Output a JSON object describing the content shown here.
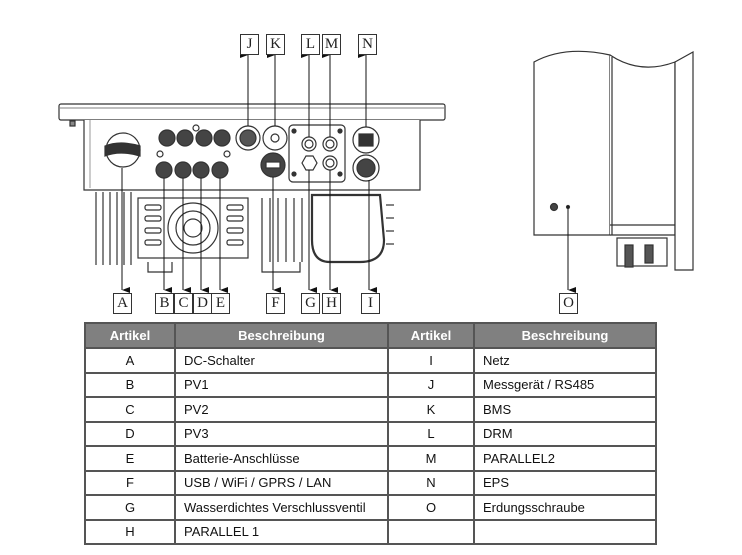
{
  "diagram": {
    "front_view_callouts_top": [
      "J",
      "K",
      "L",
      "M",
      "N"
    ],
    "front_view_callouts_bottom": [
      "A",
      "B",
      "C",
      "D",
      "E",
      "F",
      "G",
      "H",
      "I"
    ],
    "side_view_callouts": [
      "O"
    ]
  },
  "table": {
    "headers": [
      "Artikel",
      "Beschreibung",
      "Artikel",
      "Beschreibung"
    ],
    "rows": [
      {
        "left_key": "A",
        "left_desc": "DC-Schalter",
        "right_key": "I",
        "right_desc": "Netz"
      },
      {
        "left_key": "B",
        "left_desc": "PV1",
        "right_key": "J",
        "right_desc": "Messgerät / RS485"
      },
      {
        "left_key": "C",
        "left_desc": "PV2",
        "right_key": "K",
        "right_desc": "BMS"
      },
      {
        "left_key": "D",
        "left_desc": "PV3",
        "right_key": "L",
        "right_desc": "DRM"
      },
      {
        "left_key": "E",
        "left_desc": "Batterie-Anschlüsse",
        "right_key": "M",
        "right_desc": "PARALLEL2"
      },
      {
        "left_key": "F",
        "left_desc": "USB / WiFi / GPRS / LAN",
        "right_key": "N",
        "right_desc": "EPS"
      },
      {
        "left_key": "G",
        "left_desc": "Wasserdichtes Verschlussventil",
        "right_key": "O",
        "right_desc": "Erdungsschraube"
      },
      {
        "left_key": "H",
        "left_desc": "PARALLEL 1",
        "right_key": "",
        "right_desc": ""
      }
    ]
  }
}
